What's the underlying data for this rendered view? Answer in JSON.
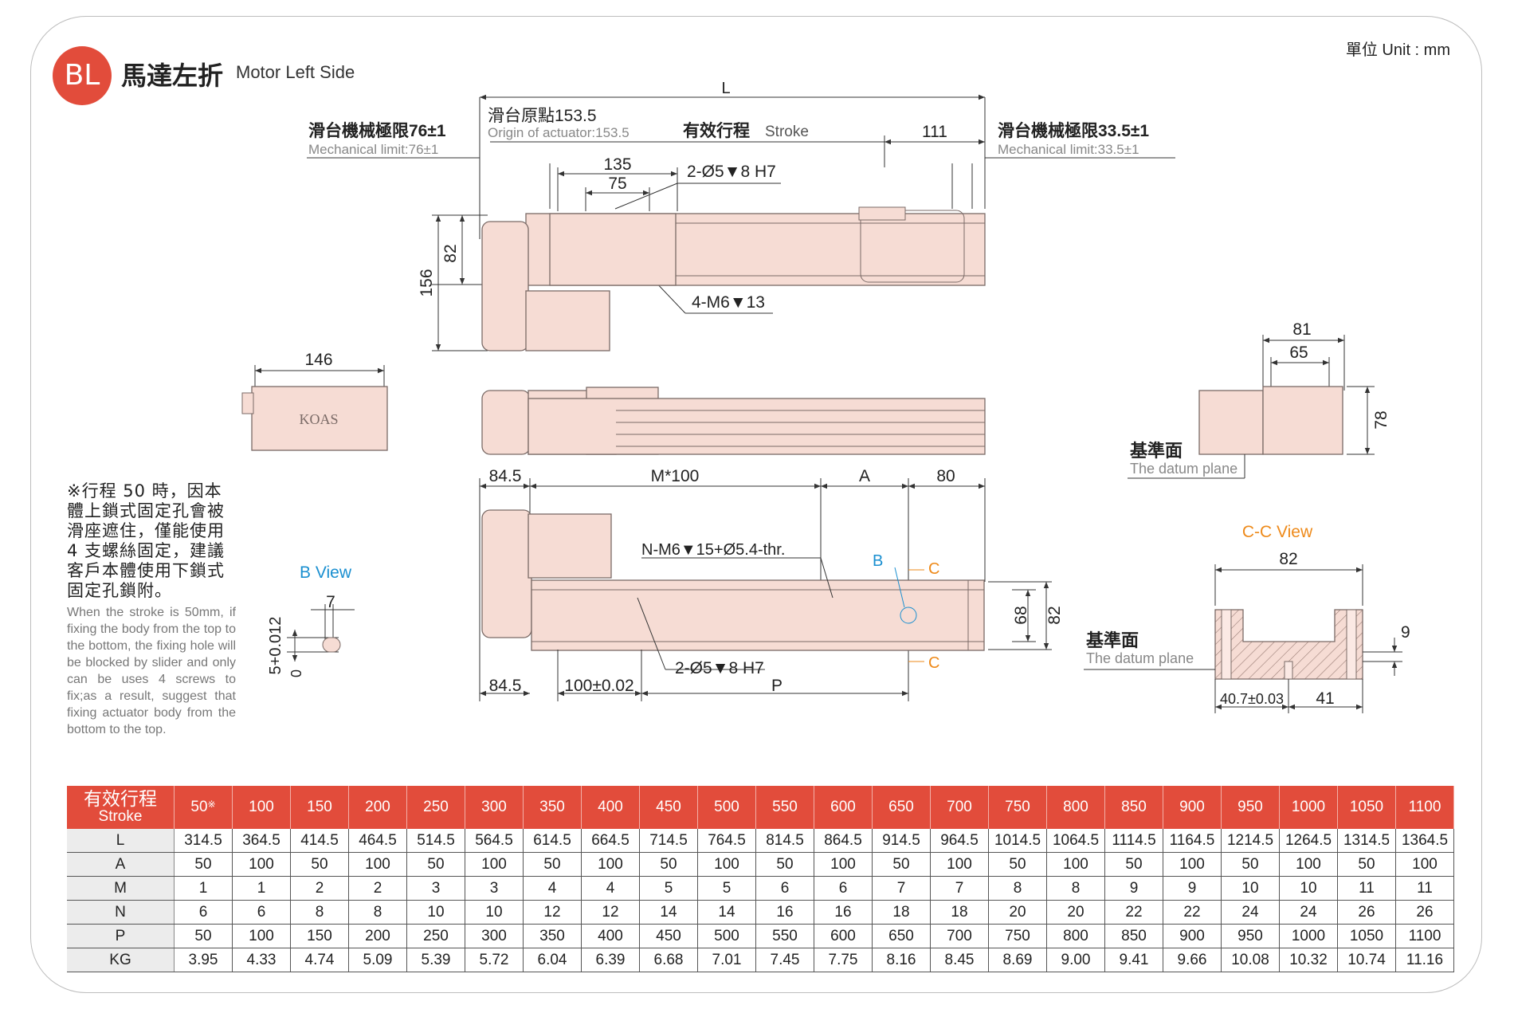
{
  "header": {
    "badge": "BL",
    "title_cn": "馬達左折",
    "title_en": "Motor Left Side",
    "unit": "單位 Unit : mm"
  },
  "drawing": {
    "dim_L": "L",
    "origin_cn": "滑台原點153.5",
    "origin_en": "Origin of actuator:153.5",
    "stroke_cn": "有效行程",
    "stroke_en": "Stroke",
    "dim_111": "111",
    "mech_left_cn": "滑台機械極限76±1",
    "mech_left_en": "Mechanical limit:76±1",
    "mech_right_cn": "滑台機械極限33.5±1",
    "mech_right_en": "Mechanical limit:33.5±1",
    "dim_135": "135",
    "dim_75": "75",
    "hole_top": "2-Ø5▼8 H7",
    "dim_82": "82",
    "dim_156": "156",
    "slider_screw": "4-M6▼13",
    "dim_146": "146",
    "brand": "KOAS",
    "dim_81": "81",
    "dim_65": "65",
    "dim_78": "78",
    "datum_cn": "基準面",
    "datum_en": "The datum plane",
    "dim_84_5": "84.5",
    "dim_M100": "M*100",
    "dim_A": "A",
    "dim_80": "80",
    "screw_bottom": "N-M6▼15+Ø5.4-thr.",
    "mark_B": "B",
    "mark_C": "C",
    "dim_68": "68",
    "hole_bottom": "2-Ø5▼8 H7",
    "dim_100": "100±0.02",
    "dim_P": "P",
    "bview_title": "B View",
    "dim_7": "7",
    "tol_top": "5+0.012",
    "tol_bottom": "0",
    "ccview_title": "C-C View",
    "dim_82b": "82",
    "dim_9": "9",
    "dim_40_7": "40.7±0.03",
    "dim_41": "41"
  },
  "note": {
    "cn": "※行程 50 時，因本體上鎖式固定孔會被滑座遮住，僅能使用 4 支螺絲固定，建議客戶本體使用下鎖式固定孔鎖附。",
    "en": "When the stroke is 50mm, if fixing the body from the top to the bottom, the fixing hole will be blocked by slider and only can be uses 4 screws to fix;as a result, suggest that fixing actuator body from the bottom to the top."
  },
  "table": {
    "header_cn": "有效行程",
    "header_en": "Stroke",
    "first_mark": "※",
    "strokes": [
      "50",
      "100",
      "150",
      "200",
      "250",
      "300",
      "350",
      "400",
      "450",
      "500",
      "550",
      "600",
      "650",
      "700",
      "750",
      "800",
      "850",
      "900",
      "950",
      "1000",
      "1050",
      "1100"
    ],
    "rows": [
      {
        "label": "L",
        "values": [
          "314.5",
          "364.5",
          "414.5",
          "464.5",
          "514.5",
          "564.5",
          "614.5",
          "664.5",
          "714.5",
          "764.5",
          "814.5",
          "864.5",
          "914.5",
          "964.5",
          "1014.5",
          "1064.5",
          "1114.5",
          "1164.5",
          "1214.5",
          "1264.5",
          "1314.5",
          "1364.5"
        ]
      },
      {
        "label": "A",
        "values": [
          "50",
          "100",
          "50",
          "100",
          "50",
          "100",
          "50",
          "100",
          "50",
          "100",
          "50",
          "100",
          "50",
          "100",
          "50",
          "100",
          "50",
          "100",
          "50",
          "100",
          "50",
          "100"
        ]
      },
      {
        "label": "M",
        "values": [
          "1",
          "1",
          "2",
          "2",
          "3",
          "3",
          "4",
          "4",
          "5",
          "5",
          "6",
          "6",
          "7",
          "7",
          "8",
          "8",
          "9",
          "9",
          "10",
          "10",
          "11",
          "11"
        ]
      },
      {
        "label": "N",
        "values": [
          "6",
          "6",
          "8",
          "8",
          "10",
          "10",
          "12",
          "12",
          "14",
          "14",
          "16",
          "16",
          "18",
          "18",
          "20",
          "20",
          "22",
          "22",
          "24",
          "24",
          "26",
          "26"
        ]
      },
      {
        "label": "P",
        "values": [
          "50",
          "100",
          "150",
          "200",
          "250",
          "300",
          "350",
          "400",
          "450",
          "500",
          "550",
          "600",
          "650",
          "700",
          "750",
          "800",
          "850",
          "900",
          "950",
          "1000",
          "1050",
          "1100"
        ]
      },
      {
        "label": "KG",
        "values": [
          "3.95",
          "4.33",
          "4.74",
          "5.09",
          "5.39",
          "5.72",
          "6.04",
          "6.39",
          "6.68",
          "7.01",
          "7.45",
          "7.75",
          "8.16",
          "8.45",
          "8.69",
          "9.00",
          "9.41",
          "9.66",
          "10.08",
          "10.32",
          "10.74",
          "11.16"
        ]
      }
    ]
  },
  "colors": {
    "accent": "#e24c3b",
    "part_fill": "#f6dcd4",
    "part_stroke": "#7a6a66",
    "dim_line": "#333333",
    "view_blue": "#1a8fd0",
    "view_orange": "#ee8a1a"
  }
}
